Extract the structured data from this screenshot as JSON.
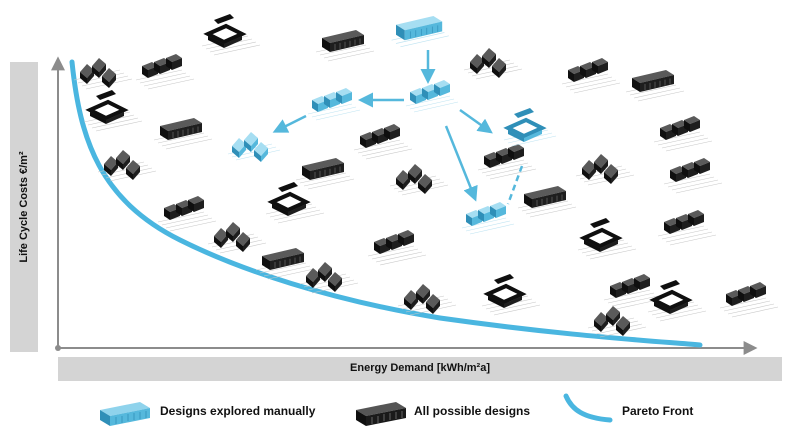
{
  "axes": {
    "y_label": "Life Cycle Costs €/m²",
    "x_label": "Energy Demand [kWh/m²a]"
  },
  "legend": {
    "manual": "Designs explored manually",
    "all": "All possible designs",
    "pareto": "Pareto Front"
  },
  "colors": {
    "manual": "#55b8dc",
    "manual_dark": "#2f8fb8",
    "all": "#1a1a1a",
    "pareto": "#4ab6e0",
    "axis": "#8c8c8c",
    "band": "#d4d4d4"
  }
}
